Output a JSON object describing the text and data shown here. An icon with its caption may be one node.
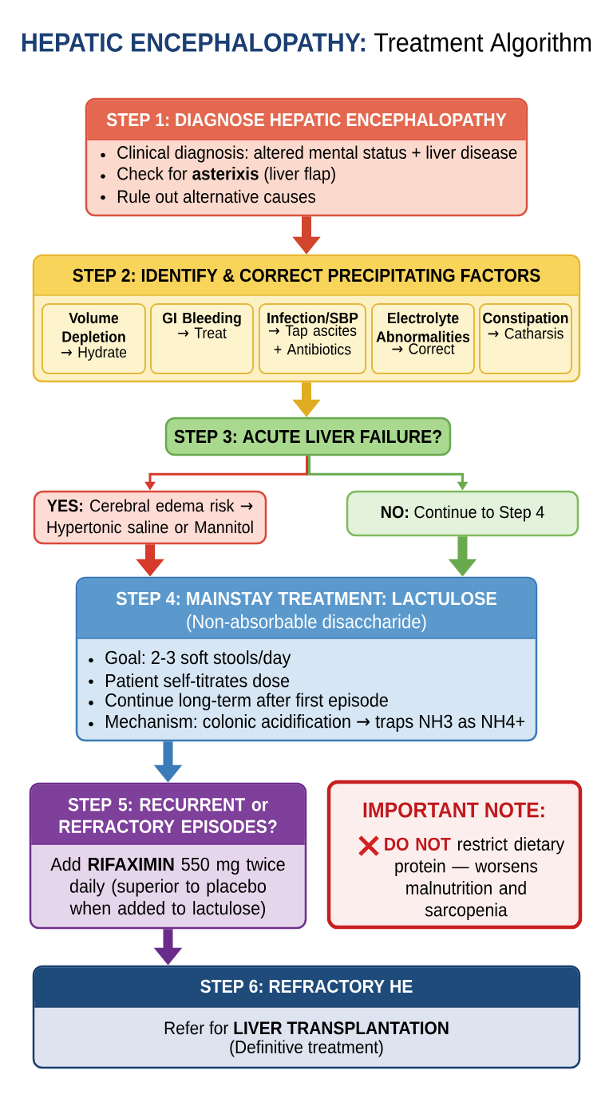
{
  "diagram": {
    "title": "**HEPATIC ENCEPHALOPATHY:** Treatment Algorithm",
    "nodes": [
      {
        "text": [
          "STEP 1: DIAGNOSE HEPATIC ENCEPHALOPATHY",
          "Clinical diagnosis: altered mental status + liver disease",
          "Check for **asterixis** (liver flap)",
          "Rule out alternative causes"
        ]
      },
      {
        "text": [
          "STEP 2: IDENTIFY & CORRECT PRECIPITATING FACTORS"
        ]
      },
      {
        "text": [
          "Volume Depletion",
          "→ Hydrate"
        ],
        "in": 1
      },
      {
        "text": [
          "GI Bleeding",
          "→ Treat"
        ],
        "in": 1
      },
      {
        "text": [
          "Infection/SBP",
          "→ Tap ascites + Antibiotics"
        ],
        "in": 1
      },
      {
        "text": [
          "Electrolyte Abnormalities",
          "→ Correct"
        ],
        "in": 1
      },
      {
        "text": [
          "Constipation",
          "→ Catharsis"
        ],
        "in": 1
      },
      {
        "text": [
          "STEP 3: ACUTE LIVER FAILURE?"
        ]
      },
      {
        "text": [
          "**YES:** Cerebral edema risk → Hypertonic saline or Mannitol"
        ]
      },
      {
        "text": [
          "**NO:** Continue to Step 4"
        ]
      },
      {
        "text": [
          "STEP 4: MAINSTAY TREATMENT: LACTULOSE",
          "(Non-absorbable disaccharide)",
          "Goal: 2-3 soft stools/day",
          "Patient self-titrates dose",
          "Continue long-term after first episode",
          "Mechanism: colonic acidification → traps NH3 as NH4+"
        ]
      },
      {
        "text": [
          "STEP 5: RECURRENT or REFRACTORY EPISODES?",
          "Add **RIFAXIMIN** 550 mg twice daily (superior to placebo when added to lactulose)"
        ]
      },
      {
        "text": [
          "IMPORTANT NOTE:",
          "**DO NOT** restrict dietary protein — worsens malnutrition and sarcopenia"
        ]
      },
      {
        "text": [
          "STEP 6: REFRACTORY HE",
          "Refer for **LIVER TRANSPLANTATION**",
          "(Definitive treatment)"
        ]
      }
    ],
    "edges": [
      {
        "from": 0,
        "to": 1,
        "arrow": "to",
        "color": "#d2452d"
      },
      {
        "from": 1,
        "to": 7,
        "arrow": "to",
        "color": "#e0ac22"
      },
      {
        "from": 7,
        "to": 8,
        "arrow": "to",
        "color": "#d63a2a"
      },
      {
        "from": 7,
        "to": 9,
        "arrow": "to",
        "color": "#6aaa4f"
      },
      {
        "from": 8,
        "to": 10,
        "arrow": "to",
        "color": "#d63a2a"
      },
      {
        "from": 9,
        "to": 10,
        "arrow": "to",
        "color": "#6aaa4f"
      },
      {
        "from": 10,
        "to": 11,
        "arrow": "to",
        "color": "#3a7bb8"
      },
      {
        "from": 11,
        "to": 13,
        "arrow": "to",
        "color": "#6a2c8a"
      }
    ]
  }
}
